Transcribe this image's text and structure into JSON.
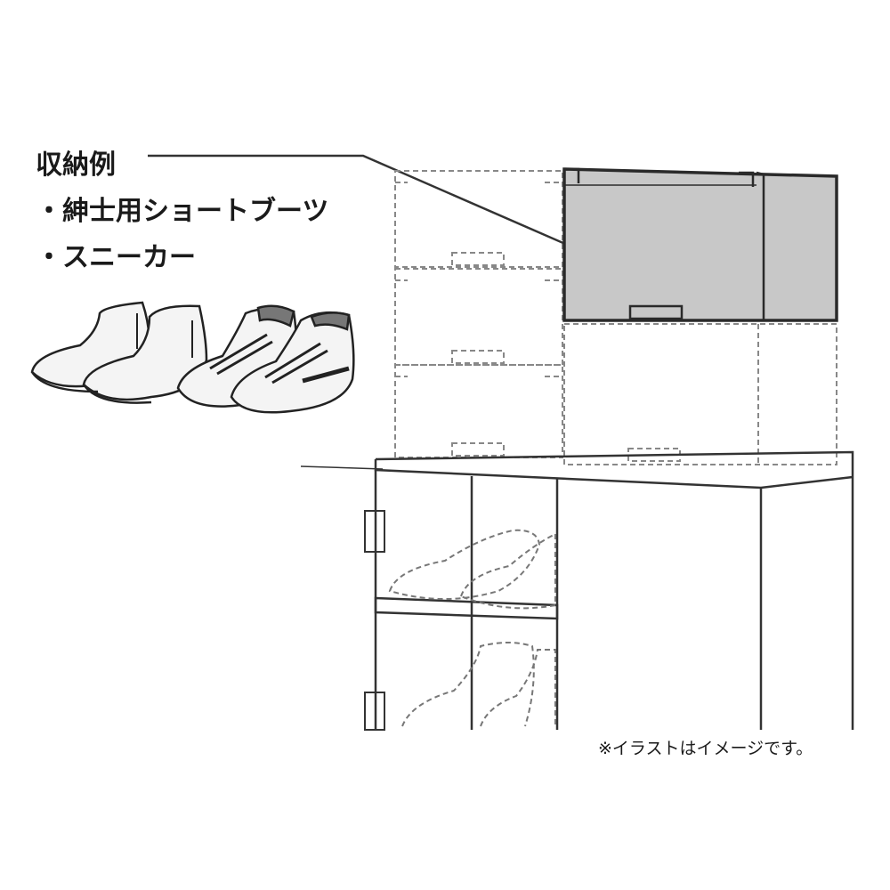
{
  "caption": {
    "heading": "収納例",
    "items": [
      "・紳士用ショートブーツ",
      "・スニーカー"
    ]
  },
  "note": "※イラストはイメージです。",
  "colors": {
    "highlighted_box_fill": "#c8c8c8",
    "line": "#333333",
    "dashed_line": "#777777"
  },
  "icons": [
    "ankle-boots-pair-icon",
    "sneakers-pair-icon",
    "dress-shoes-icon",
    "boots-dashed-icon"
  ]
}
